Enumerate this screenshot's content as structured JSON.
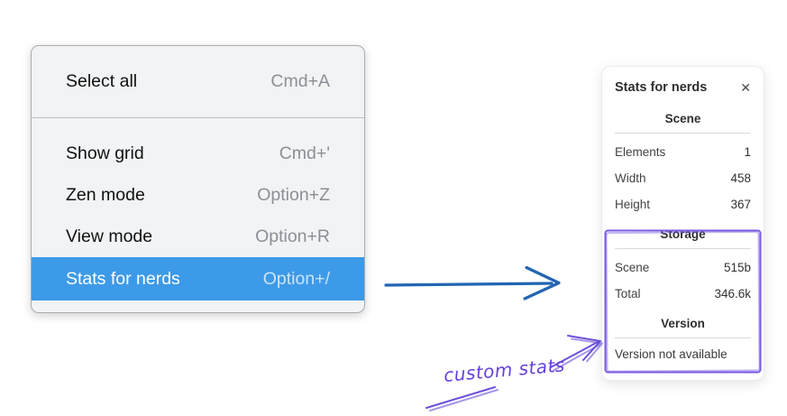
{
  "colors": {
    "menu_highlight": "#3d9ae8",
    "flow_arrow_blue": "#2265b2",
    "annotation_violet": "#6741d9"
  },
  "menu": {
    "groups": [
      {
        "items": [
          {
            "label": "Select all",
            "shortcut": "Cmd+A"
          }
        ]
      },
      {
        "items": [
          {
            "label": "Show grid",
            "shortcut": "Cmd+'"
          },
          {
            "label": "Zen mode",
            "shortcut": "Option+Z"
          },
          {
            "label": "View mode",
            "shortcut": "Option+R"
          },
          {
            "label": "Stats for nerds",
            "shortcut": "Option+/"
          }
        ]
      }
    ]
  },
  "panel": {
    "title": "Stats for nerds",
    "close_glyph": "✕",
    "sections": [
      {
        "heading": "Scene",
        "rows": [
          {
            "label": "Elements",
            "value": "1"
          },
          {
            "label": "Width",
            "value": "458"
          },
          {
            "label": "Height",
            "value": "367"
          }
        ]
      },
      {
        "heading": "Storage",
        "rows": [
          {
            "label": "Scene",
            "value": "515b"
          },
          {
            "label": "Total",
            "value": "346.6k"
          }
        ]
      },
      {
        "heading": "Version",
        "text": "Version not available"
      }
    ]
  },
  "annotation": {
    "label": "custom stats"
  }
}
